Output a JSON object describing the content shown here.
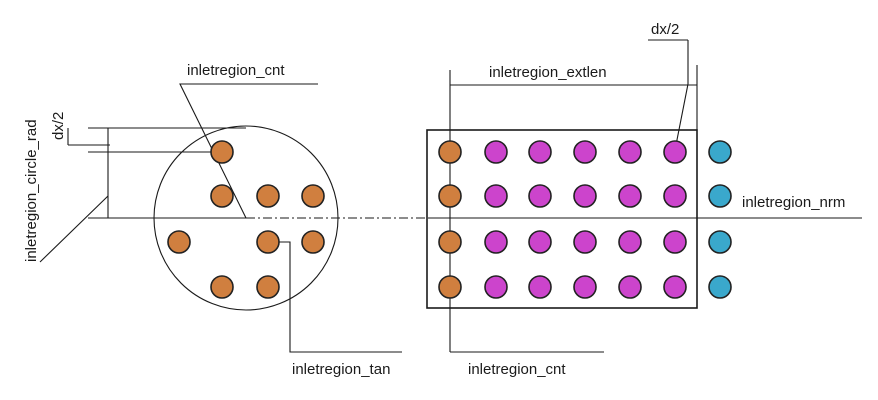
{
  "labels": {
    "circle_center": "inletregion_cnt",
    "circle_radius": "inletregion_circle_rad",
    "half_spacing_left": "dx/2",
    "tangent": "inletregion_tan",
    "extension_length": "inletregion_extlen",
    "half_spacing_right": "dx/2",
    "normal": "inletregion_nrm",
    "box_center": "inletregion_cnt"
  },
  "colors": {
    "inlet_particle": "#d07f3f",
    "extension_particle": "#cc44cc",
    "buffer_particle": "#3aa8cc",
    "line": "#1a1a1a"
  },
  "circle_particle_rows": [
    1,
    3,
    3,
    2
  ]
}
